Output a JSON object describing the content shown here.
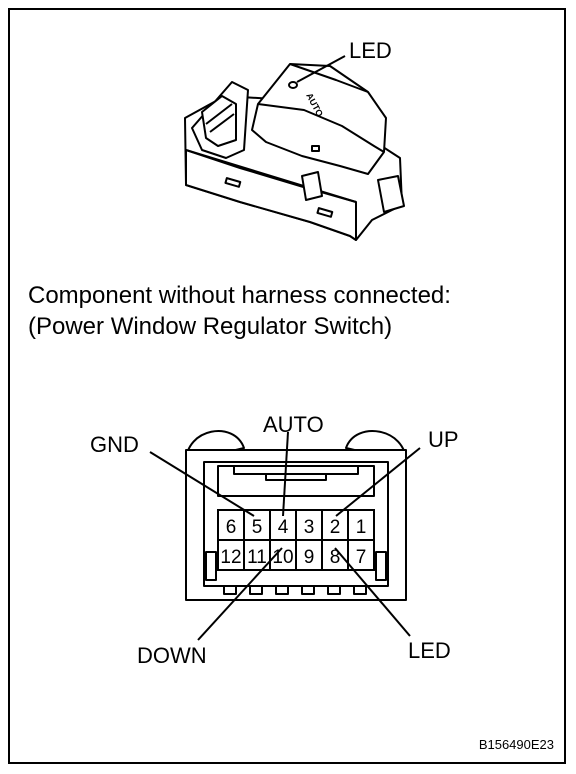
{
  "switch_illustration": {
    "led_label": "LED",
    "button_text": "AUTO"
  },
  "caption": {
    "line1": "Component without harness connected:",
    "line2": "(Power Window Regulator Switch)"
  },
  "connector": {
    "top_row": [
      "6",
      "5",
      "4",
      "3",
      "2",
      "1"
    ],
    "bottom_row": [
      "12",
      "11",
      "10",
      "9",
      "8",
      "7"
    ],
    "labels": {
      "gnd": "GND",
      "auto": "AUTO",
      "up": "UP",
      "down": "DOWN",
      "led": "LED"
    }
  },
  "figure_code": "B156490E23"
}
